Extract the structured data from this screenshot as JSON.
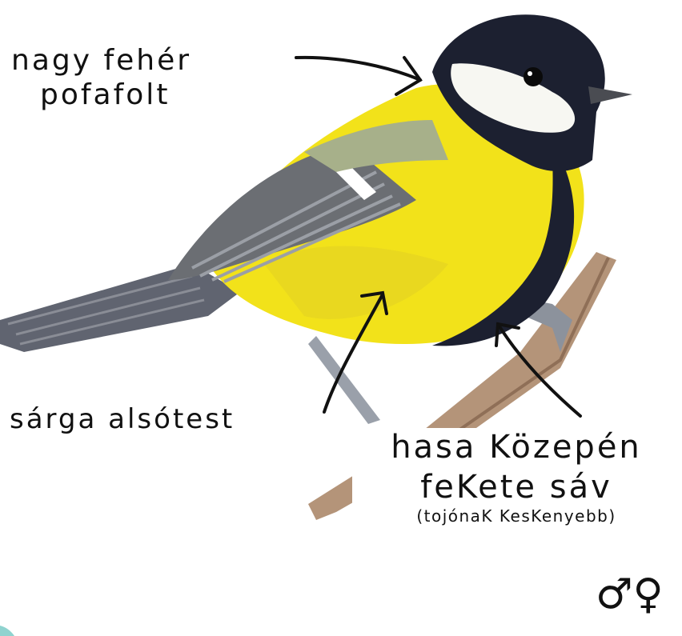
{
  "labels": {
    "cheek_line1": "nagy fehér",
    "cheek_line2": "pofafolt",
    "belly": "sárga alsótest",
    "stripe_line1": "hasa Közepén",
    "stripe_line2": "feKete sáv",
    "stripe_note": "(tojónaK KesKenyebb)"
  },
  "sex_symbols": "♂♀",
  "colors": {
    "yellow": "#f2e21a",
    "cap": "#1c2030",
    "cheek": "#f7f7f2",
    "wing": "#6b6e73",
    "branch": "#b08f72"
  }
}
